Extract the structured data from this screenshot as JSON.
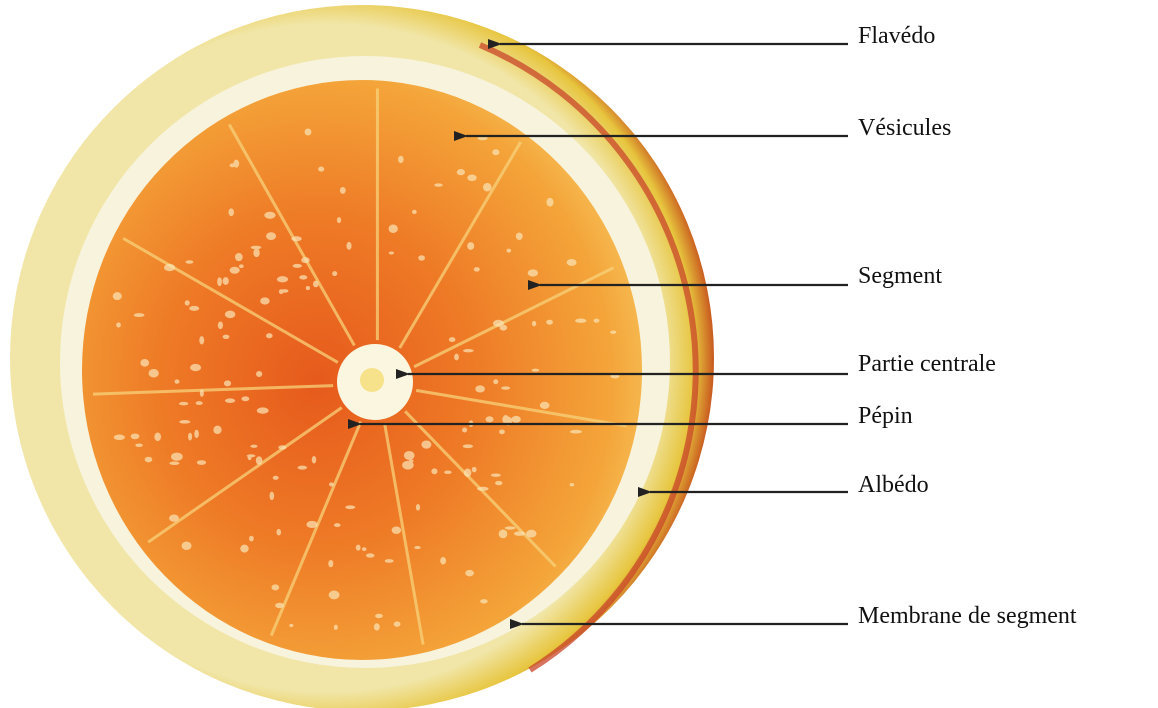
{
  "labels": {
    "flavedo": "Flavédo",
    "vesicules": "Vésicules",
    "segment": "Segment",
    "partie_centrale": "Partie centrale",
    "pepin": "Pépin",
    "albedo": "Albédo",
    "membrane_segment": "Membrane de segment"
  },
  "colors": {
    "rind_outer": "#c8581e",
    "rind_yellow": "#e6c43c",
    "albedo": "#f6f1da",
    "pulp_light": "#f2a73a",
    "pulp_dark": "#e86a22",
    "core": "#fbf6df",
    "arrow": "#222222"
  }
}
